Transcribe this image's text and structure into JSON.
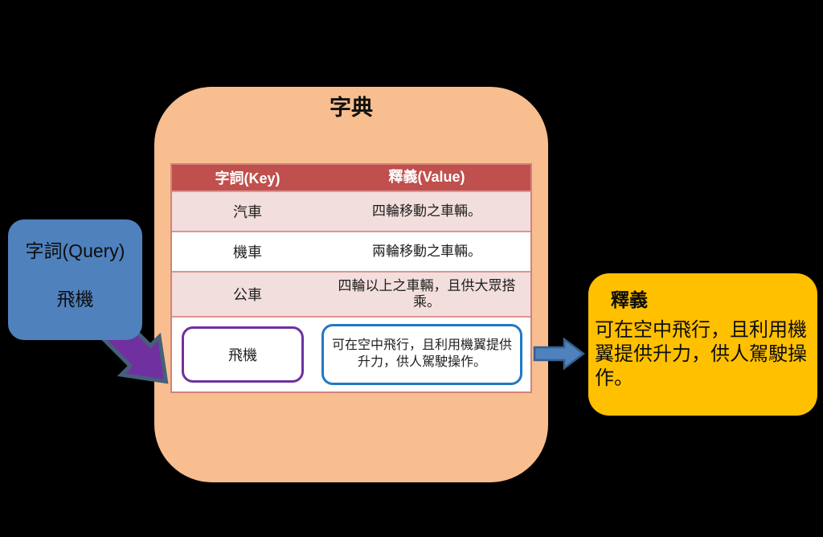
{
  "canvas": {
    "background_color": "#000000"
  },
  "dictionary": {
    "title": "字典",
    "fill_color": "#F9BE8F",
    "table": {
      "header": {
        "key_label": "字詞(Key)",
        "value_label": "釋義(Value)",
        "bg_color": "#C0504D",
        "text_color": "#FFFFFF"
      },
      "rows": [
        {
          "key": "汽車",
          "value": "四輪移動之車輛。"
        },
        {
          "key": "機車",
          "value": "兩輪移動之車輛。"
        },
        {
          "key": "公車",
          "value": "四輪以上之車輛，且供大眾搭乘。"
        },
        {
          "key": "飛機",
          "value": "可在空中飛行，且利用機翼提供升力，供人駕駛操作。"
        }
      ],
      "highlight": {
        "row_index": 3,
        "key_border_color": "#7030A0",
        "value_border_color": "#2178C4"
      },
      "alt_row_color": "#F2DEDC",
      "border_color": "#D99694"
    }
  },
  "query_box": {
    "title": "字詞(Query)",
    "term": "飛機",
    "fill_color": "#4F81BD"
  },
  "query_arrow": {
    "direction": "down-right",
    "fill_color": "#7030A0",
    "outline_color": "#45607A"
  },
  "result_arrow": {
    "direction": "right",
    "fill_color": "#4F81BD",
    "outline_color": "#365F91"
  },
  "result_box": {
    "title": "釋義",
    "text": "可在空中飛行，且利用機翼提供升力，供人駕駛操作。",
    "fill_color": "#FFC000"
  }
}
